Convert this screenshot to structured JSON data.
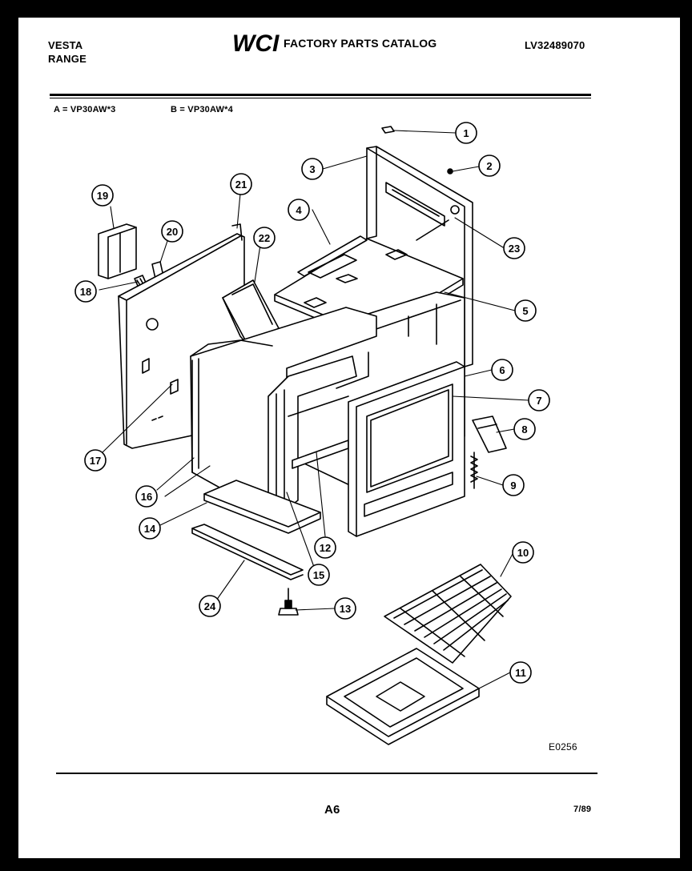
{
  "header": {
    "brand": "VESTA",
    "product": "RANGE",
    "logo_text": "WCI",
    "catalog_title": "FACTORY PARTS CATALOG",
    "catalog_number": "LV32489070"
  },
  "models": {
    "a": "A = VP30AW*3",
    "b": "B = VP30AW*4"
  },
  "diagram": {
    "callouts": [
      "1",
      "2",
      "3",
      "4",
      "5",
      "6",
      "7",
      "8",
      "9",
      "10",
      "11",
      "12",
      "13",
      "14",
      "15",
      "16",
      "17",
      "18",
      "19",
      "20",
      "21",
      "22",
      "23",
      "24"
    ],
    "drawing_code": "E0256"
  },
  "footer": {
    "page_number": "A6",
    "revision_date": "7/89"
  }
}
